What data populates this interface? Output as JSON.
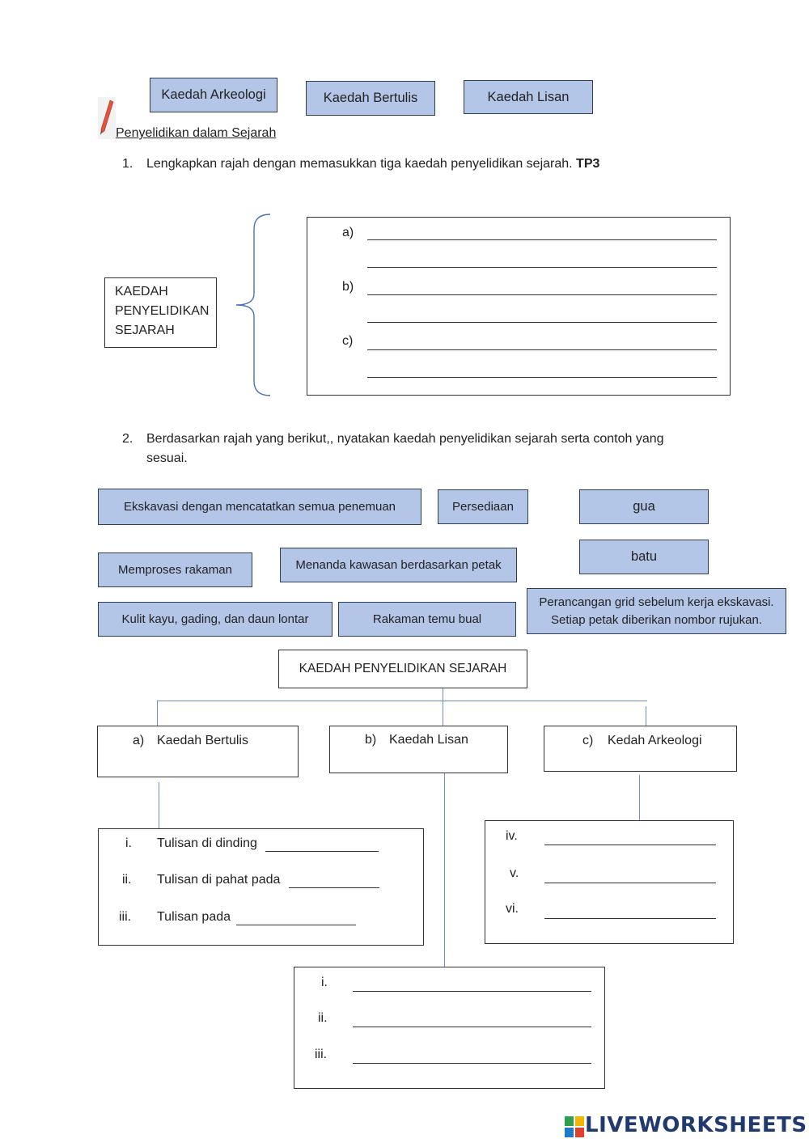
{
  "top_choices": [
    "Kaedah Arkeologi",
    "Kaedah Bertulis",
    "Kaedah Lisan"
  ],
  "section_title": "Penyelidikan dalam Sejarah",
  "q1": {
    "number": "1.",
    "text": "Lengkapkan rajah dengan memasukkan tiga kaedah penyelidikan sejarah.",
    "tag": "TP3",
    "box_lines": [
      "KAEDAH",
      "PENYELIDIKAN",
      "SEJARAH"
    ],
    "labels": [
      "a)",
      "b)",
      "c)"
    ]
  },
  "q2": {
    "number": "2.",
    "text_line1": "Berdasarkan rajah yang berikut,, nyatakan kaedah penyelidikan sejarah serta contoh yang",
    "text_line2": "sesuai."
  },
  "choices": {
    "c1": "Ekskavasi dengan mencatatkan semua penemuan",
    "c2": "Persediaan",
    "c3": "gua",
    "c4": "batu",
    "c5": "Memproses rakaman",
    "c6": "Menanda kawasan berdasarkan petak",
    "c7": "Kulit kayu, gading, dan daun lontar",
    "c8": "Rakaman temu bual",
    "c9_line1": "Perancangan grid sebelum kerja ekskavasi.",
    "c9_line2": "Setiap petak diberikan nombor rujukan."
  },
  "tree": {
    "root": "KAEDAH PENYELIDIKAN SEJARAH",
    "branch_a": {
      "label": "a)",
      "name": "Kaedah Bertulis"
    },
    "branch_b": {
      "label": "b)",
      "name": "Kaedah Lisan"
    },
    "branch_c": {
      "label": "c)",
      "name": "Kedah Arkeologi"
    },
    "bertulis_items": [
      {
        "num": "i.",
        "text": "Tulisan di dinding"
      },
      {
        "num": "ii.",
        "text": "Tulisan di pahat pada"
      },
      {
        "num": "iii.",
        "text": "Tulisan pada"
      }
    ],
    "arkeologi_nums": [
      "iv.",
      "v.",
      "vi."
    ],
    "lisan_nums": [
      "i.",
      "ii.",
      "iii."
    ]
  },
  "brand": "LIVEWORKSHEETS",
  "colors": {
    "chip_fill": "#b4c6e7",
    "connector": "#6f8fc9",
    "brace": "#4a72b8"
  }
}
